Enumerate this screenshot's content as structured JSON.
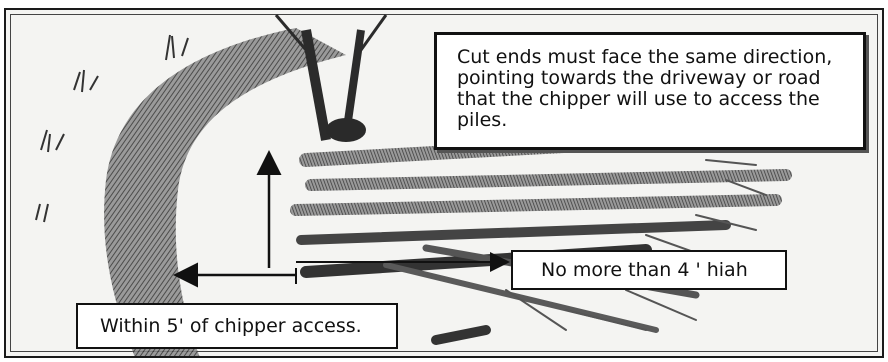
{
  "annotations": {
    "cut_ends": "Cut ends must face the same direction, pointing towards the driveway or road that the chipper will use to access the piles.",
    "height_limit": "No more than 4 ' hiah",
    "distance_limit": "Within 5' of chipper access."
  },
  "colors": {
    "pencil_dark": "#2b2b2b",
    "pencil_mid": "#6a6a6a",
    "paper": "#f4f4f2",
    "box_fill": "#ffffff"
  }
}
